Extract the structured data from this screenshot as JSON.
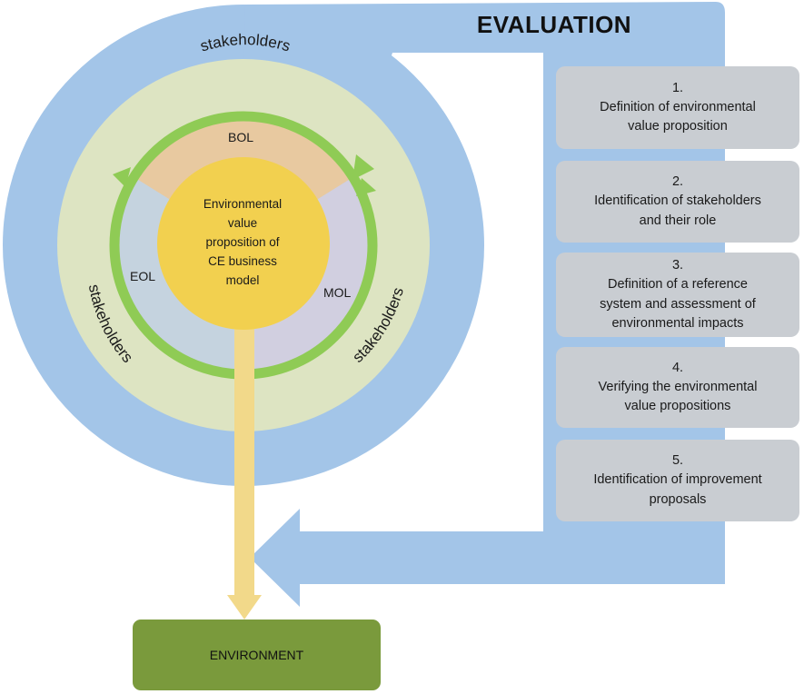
{
  "title": "EVALUATION",
  "center": {
    "lines": [
      "Environmental",
      "value",
      "proposition of",
      "CE business",
      "model"
    ]
  },
  "phases": {
    "bol": "BOL",
    "mol": "MOL",
    "eol": "EOL"
  },
  "stakeholders_label": "stakeholders",
  "steps": [
    {
      "number": "1.",
      "lines": [
        "Definition of environmental",
        "value proposition"
      ]
    },
    {
      "number": "2.",
      "lines": [
        "Identification of stakeholders",
        "and their role"
      ]
    },
    {
      "number": "3.",
      "lines": [
        "Definition of a reference",
        "system and assessment of",
        "environmental impacts"
      ]
    },
    {
      "number": "4.",
      "lines": [
        "Verifying the environmental",
        "value propositions"
      ]
    },
    {
      "number": "5.",
      "lines": [
        "Identification of improvement",
        "proposals"
      ]
    }
  ],
  "environment_label": "ENVIRONMENT",
  "colors": {
    "evaluation_band": "#a3c5e8",
    "stakeholder_ring": "#dde4c2",
    "lifecycle_arrow": "#8fcb55",
    "bol_sector": "#e8c9a0",
    "mol_sector": "#d1cfe0",
    "eol_sector": "#c5d3df",
    "core": "#f2d04f",
    "down_arrow": "#f2d98a",
    "step_box": "#c9cdd2",
    "environment_box": "#7a9a3c"
  }
}
